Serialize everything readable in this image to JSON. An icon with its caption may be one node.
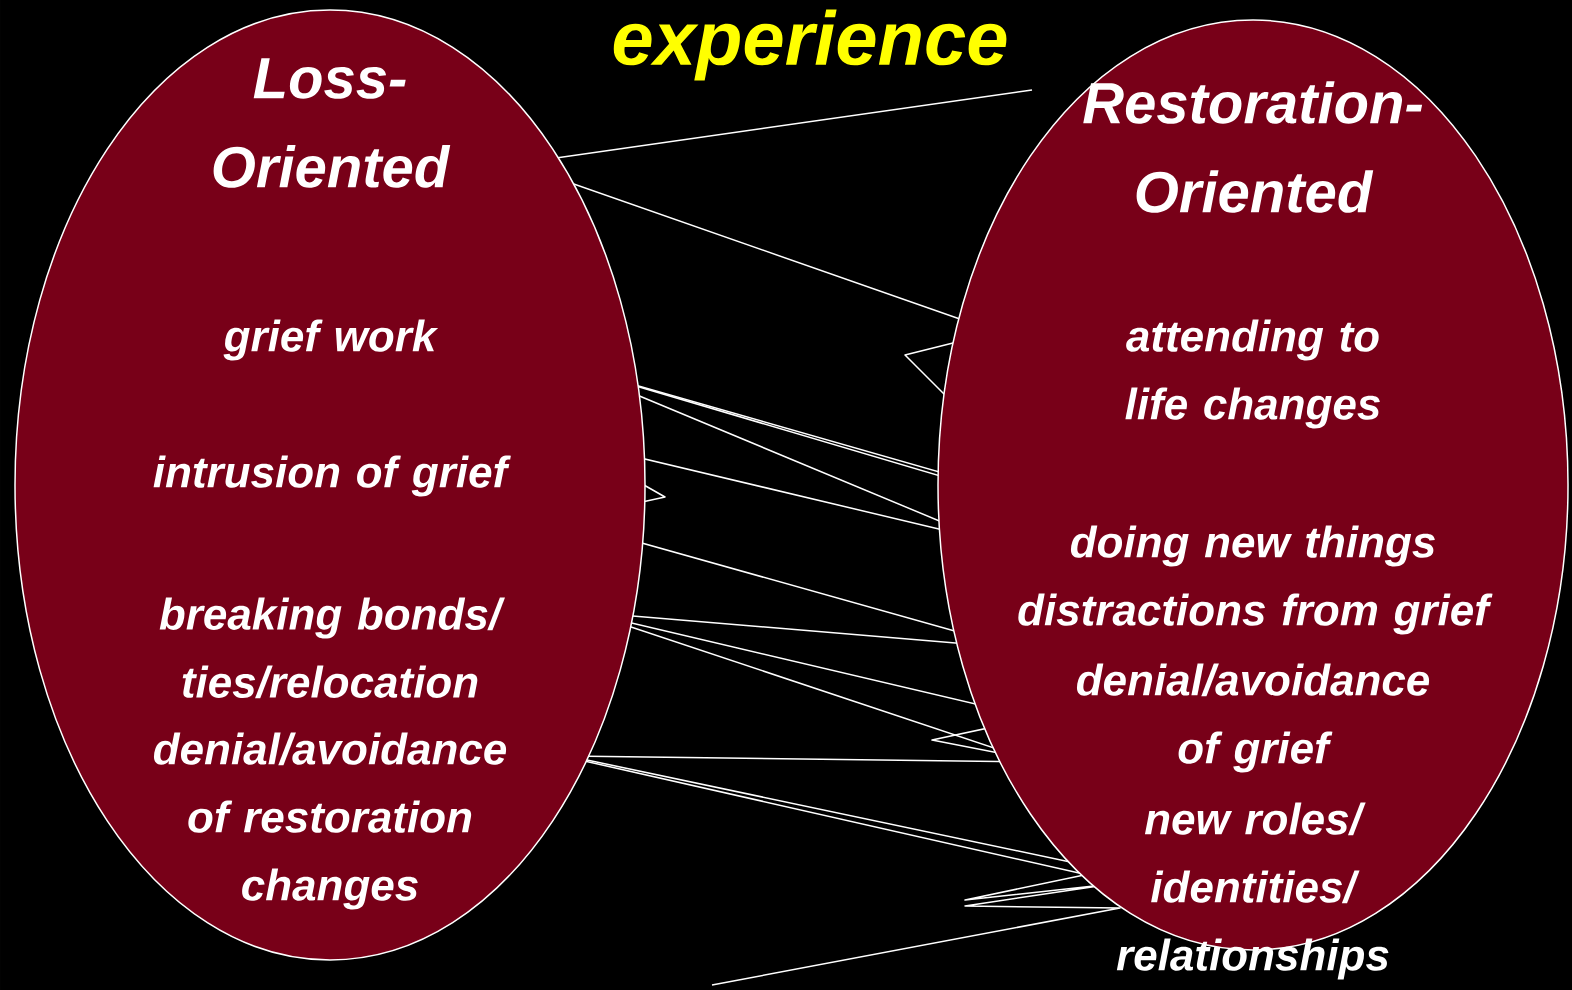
{
  "diagram": {
    "title": "experience",
    "nodes": [
      {
        "text": [
          "Loss- Oriented",
          "grief work",
          "intrusion of grief",
          "breaking bonds/ ties/relocation",
          "denial/avoidance of restoration changes"
        ]
      },
      {
        "text": [
          "Restoration- Oriented",
          "attending to life changes",
          "doing new things",
          "distractions from grief",
          "denial/avoidance of grief",
          "new roles/ identities/ relationships"
        ]
      }
    ]
  }
}
